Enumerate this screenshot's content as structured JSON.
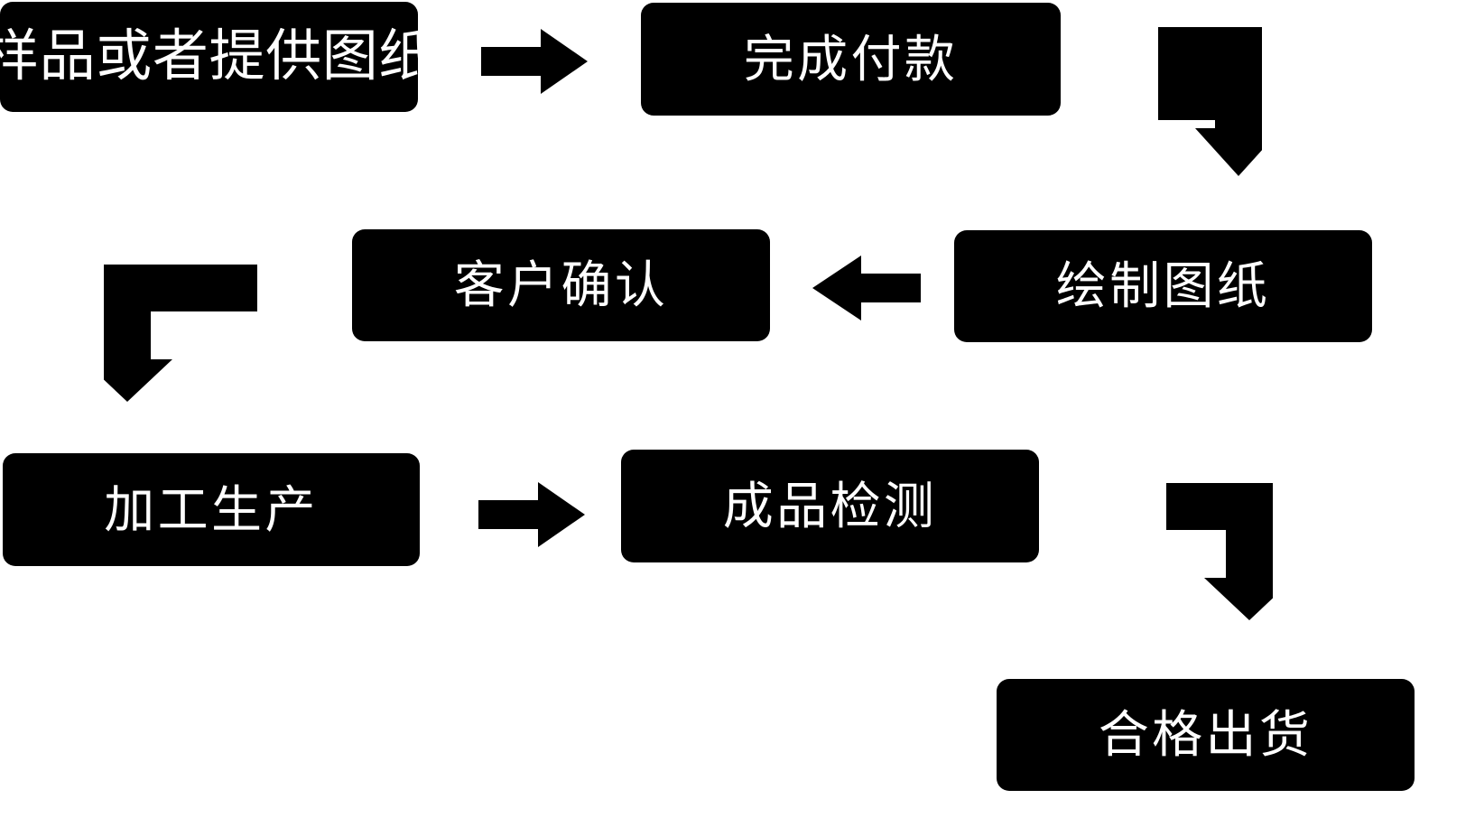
{
  "diagram": {
    "title": "",
    "background_color": "#ffffff",
    "node_fill_color": "#000000",
    "node_text_color": "#ffffff",
    "arrow_color": "#000000",
    "nodes": [
      {
        "id": "sample",
        "label": "样品或者提供图纸",
        "step": 1
      },
      {
        "id": "payment",
        "label": "完成付款",
        "step": 2
      },
      {
        "id": "drawing",
        "label": "绘制图纸",
        "step": 3
      },
      {
        "id": "confirm",
        "label": "客户确认",
        "step": 4
      },
      {
        "id": "produce",
        "label": "加工生产",
        "step": 5
      },
      {
        "id": "inspect",
        "label": "成品检测",
        "step": 6
      },
      {
        "id": "ship",
        "label": "合格出货",
        "step": 7
      }
    ],
    "connectors": [
      {
        "id": "c1",
        "from": "sample",
        "to": "payment",
        "shape": "straight",
        "direction": "right"
      },
      {
        "id": "c2",
        "from": "payment",
        "to": "drawing",
        "shape": "elbow",
        "direction": "right-then-down"
      },
      {
        "id": "c3",
        "from": "drawing",
        "to": "confirm",
        "shape": "straight",
        "direction": "left"
      },
      {
        "id": "c4",
        "from": "confirm",
        "to": "produce",
        "shape": "elbow",
        "direction": "left-then-down"
      },
      {
        "id": "c5",
        "from": "produce",
        "to": "inspect",
        "shape": "straight",
        "direction": "right"
      },
      {
        "id": "c6",
        "from": "inspect",
        "to": "ship",
        "shape": "elbow",
        "direction": "right-then-down"
      }
    ]
  }
}
